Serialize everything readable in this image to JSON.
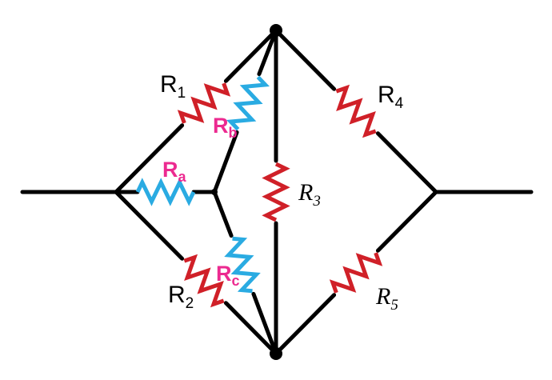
{
  "diagram": {
    "title": "wheatstone-bridge-with-delta-wye-overlay",
    "colors": {
      "wire": "#000000",
      "delta_resistor": "#d02028",
      "wye_resistor": "#2aabe2",
      "wye_label": "#ec2a90",
      "delta_label": "#000000"
    },
    "labels": {
      "r1": {
        "base": "R",
        "sub": "1"
      },
      "r2": {
        "base": "R",
        "sub": "2"
      },
      "r3": {
        "base": "R",
        "sub": "3"
      },
      "r4": {
        "base": "R",
        "sub": "4"
      },
      "r5": {
        "base": "R",
        "sub": "5"
      },
      "ra": {
        "base": "R",
        "sub": "a"
      },
      "rb": {
        "base": "R",
        "sub": "b"
      },
      "rc": {
        "base": "R",
        "sub": "c"
      }
    }
  }
}
